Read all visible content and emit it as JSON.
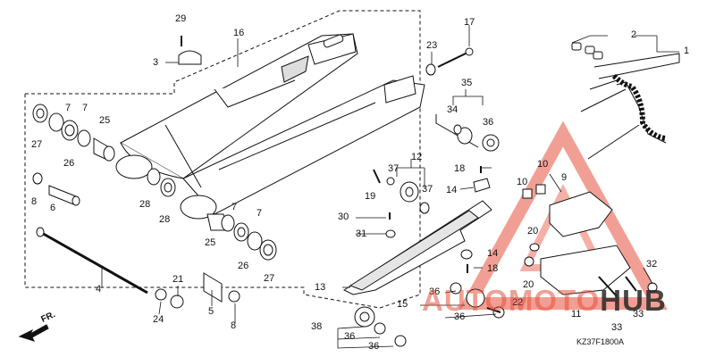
{
  "diagram": {
    "code": "KZ37F1800A",
    "direction_label": "FR.",
    "colors": {
      "line": "#111111",
      "watermark": "#e6503c",
      "part_fill": "#ffffff",
      "hatch": "#d8d8d8"
    }
  },
  "watermark": {
    "part1": "AUTO",
    "part2": "MOTO",
    "part3": "HUB"
  },
  "labels": {
    "l1": "1",
    "l2": "2",
    "l3": "3",
    "l4": "4",
    "l5": "5",
    "l6": "6",
    "l7a": "7",
    "l7b": "7",
    "l7c": "7",
    "l7d": "7",
    "l8a": "8",
    "l8b": "8",
    "l9": "9",
    "l10a": "10",
    "l10b": "10",
    "l11": "11",
    "l12": "12",
    "l13": "13",
    "l14a": "14",
    "l14b": "14",
    "l15": "15",
    "l16": "16",
    "l17": "17",
    "l18a": "18",
    "l18b": "18",
    "l19": "19",
    "l20a": "20",
    "l20b": "20",
    "l21": "21",
    "l22": "22",
    "l23": "23",
    "l24": "24",
    "l25a": "25",
    "l25b": "25",
    "l26a": "26",
    "l26b": "26",
    "l27a": "27",
    "l27b": "27",
    "l28a": "28",
    "l28b": "28",
    "l29": "29",
    "l30": "30",
    "l31": "31",
    "l32": "32",
    "l33a": "33",
    "l33b": "33",
    "l34": "34",
    "l35": "35",
    "l36a": "36",
    "l36b": "36",
    "l36c": "36",
    "l36d": "36",
    "l36e": "36",
    "l37a": "37",
    "l37b": "37",
    "l38": "38"
  }
}
